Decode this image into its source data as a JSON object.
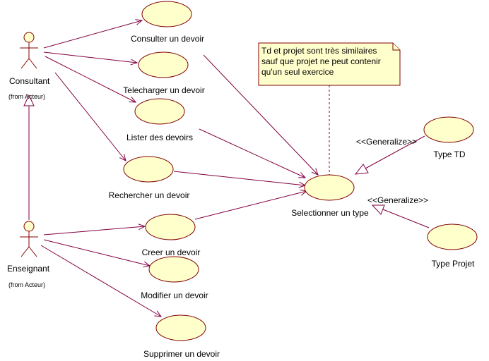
{
  "actors": {
    "consultant": {
      "name": "Consultant",
      "origin": "(from Acteur)"
    },
    "enseignant": {
      "name": "Enseignant",
      "origin": "(from Acteur)"
    }
  },
  "use_cases": {
    "consulter": "Consulter un devoir",
    "telecharger": "Telecharger un devoir",
    "lister": "Lister des devoirs",
    "rechercher": "Rechercher un devoir",
    "selectionner": "Selectionner un type",
    "creer": "Creer un devoir",
    "modifier": "Modifier un devoir",
    "supprimer": "Supprimer un devoir",
    "type_td": "Type TD",
    "type_projet": "Type Projet"
  },
  "stereotypes": {
    "generalize_td": "<<Generalize>>",
    "generalize_projet": "<<Generalize>>"
  },
  "note": {
    "line1": "Td et projet sont très similaires",
    "line2": "sauf que projet ne peut contenir",
    "line3": "qu'un seul exercice"
  },
  "colors": {
    "use_case_fill": "#ffffcc",
    "line": "#800040",
    "outline": "#800000"
  }
}
